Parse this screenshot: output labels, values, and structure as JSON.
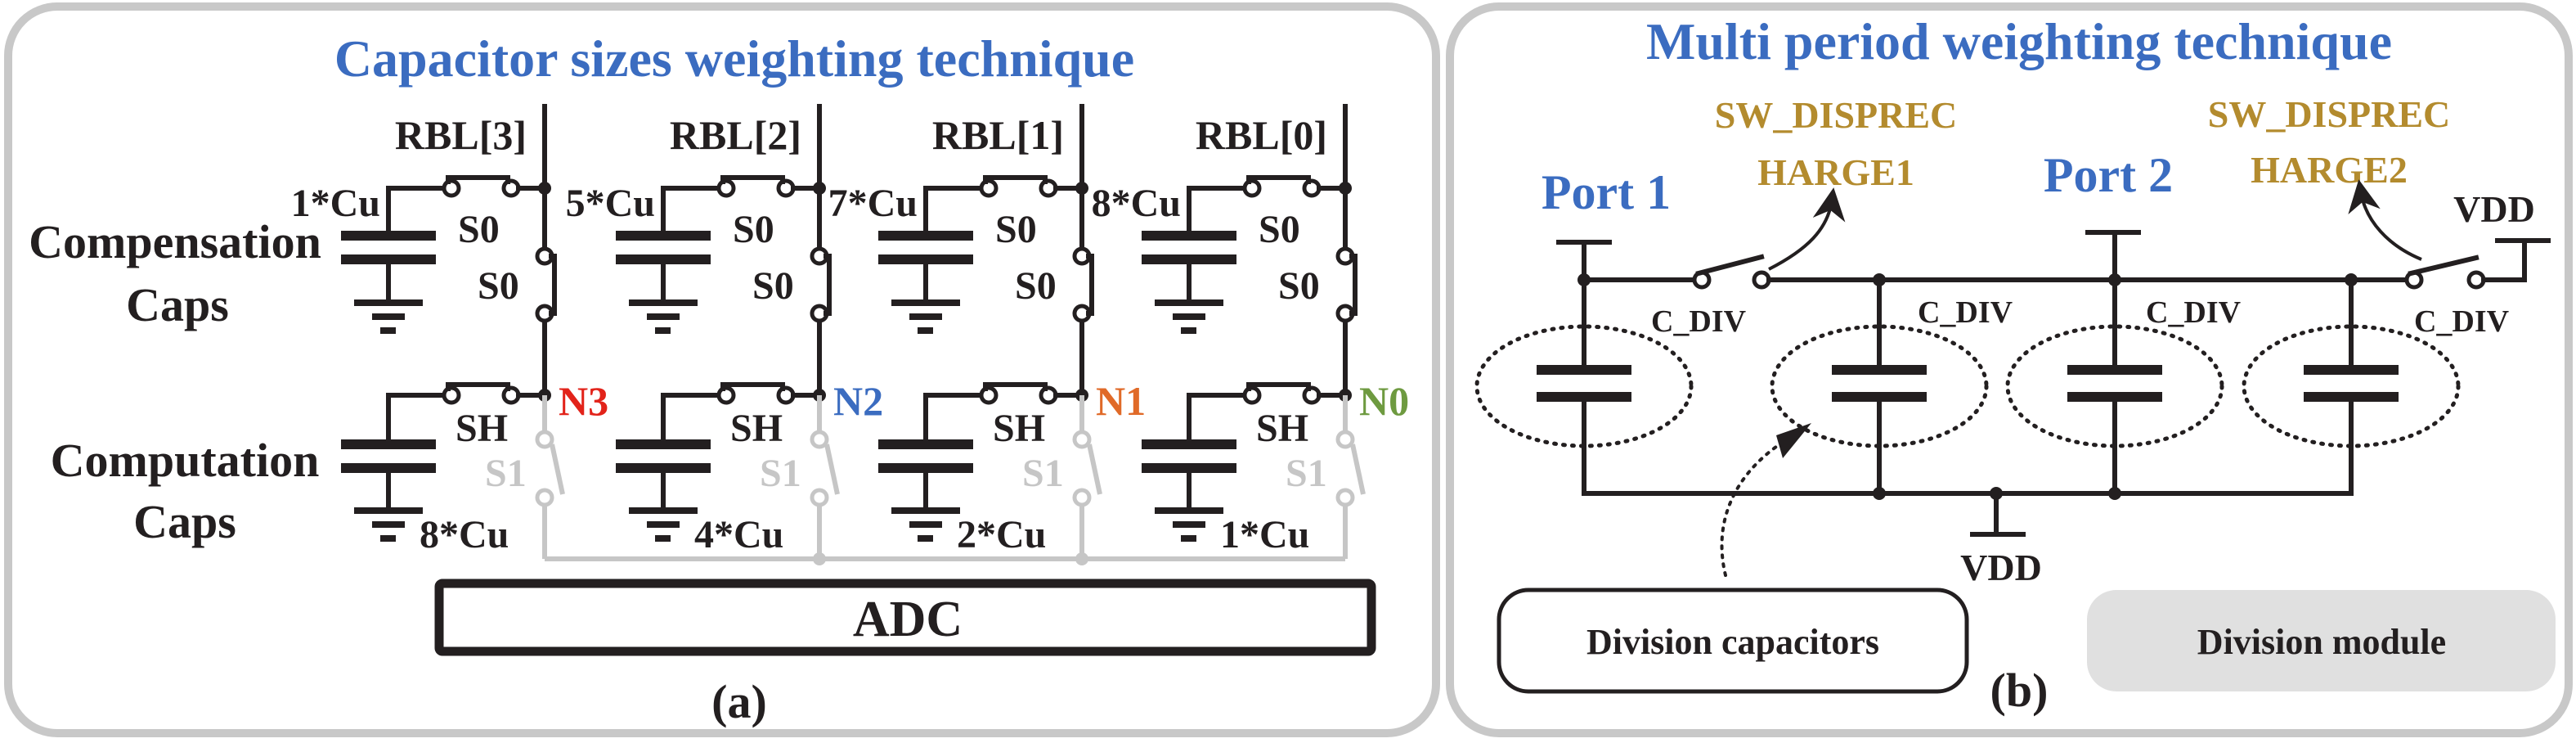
{
  "panel_a": {
    "title": "Capacitor sizes weighting technique",
    "compensation_label": [
      "Compensation",
      "Caps"
    ],
    "computation_label": [
      "Computation",
      "Caps"
    ],
    "adc_label": "ADC",
    "caption": "(a)",
    "columns": [
      {
        "rbl": "RBL[3]",
        "comp_cap": "1*Cu",
        "comp_switch": "S0",
        "series_switch": "S0",
        "sample_switch": "SH",
        "output_switch": "S1",
        "calc_cap": "8*Cu",
        "node": "N3",
        "node_color": "#e2231a"
      },
      {
        "rbl": "RBL[2]",
        "comp_cap": "5*Cu",
        "comp_switch": "S0",
        "series_switch": "S0",
        "sample_switch": "SH",
        "output_switch": "S1",
        "calc_cap": "4*Cu",
        "node": "N2",
        "node_color": "#3b6cc0"
      },
      {
        "rbl": "RBL[1]",
        "comp_cap": "7*Cu",
        "comp_switch": "S0",
        "series_switch": "S0",
        "sample_switch": "SH",
        "output_switch": "S1",
        "calc_cap": "2*Cu",
        "node": "N1",
        "node_color": "#e06a28"
      },
      {
        "rbl": "RBL[0]",
        "comp_cap": "8*Cu",
        "comp_switch": "S0",
        "series_switch": "S0",
        "sample_switch": "SH",
        "output_switch": "S1",
        "calc_cap": "1*Cu",
        "node": "N0",
        "node_color": "#6e9a40"
      }
    ],
    "colors": {
      "inactive_switch": "#c6c6c6",
      "title": "#3b6cc0"
    }
  },
  "panel_b": {
    "title": "Multi period weighting technique",
    "port1": "Port 1",
    "port2": "Port 2",
    "switch1_label": [
      "SW_DISPREC",
      "HARGE1"
    ],
    "switch2_label": [
      "SW_DISPREC",
      "HARGE2"
    ],
    "vdd_top": "VDD",
    "vdd_bottom": "VDD",
    "cap_labels": [
      "C_DIV",
      "C_DIV",
      "C_DIV",
      "C_DIV"
    ],
    "legend_division_capacitors": "Division capacitors",
    "legend_division_module": "Division module",
    "caption": "(b)",
    "colors": {
      "port": "#3b6cc0",
      "switch_label": "#b38b2e",
      "module_fill": "#e0e0e0"
    }
  }
}
